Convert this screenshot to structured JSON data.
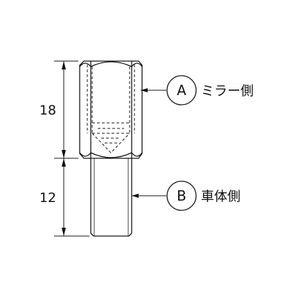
{
  "dimensions": {
    "upper": "18",
    "lower": "12"
  },
  "callouts": {
    "a": {
      "letter": "A",
      "label": "ミラー側"
    },
    "b": {
      "letter": "B",
      "label": "車体側"
    }
  },
  "colors": {
    "line": "#111111",
    "background": "#ffffff"
  }
}
